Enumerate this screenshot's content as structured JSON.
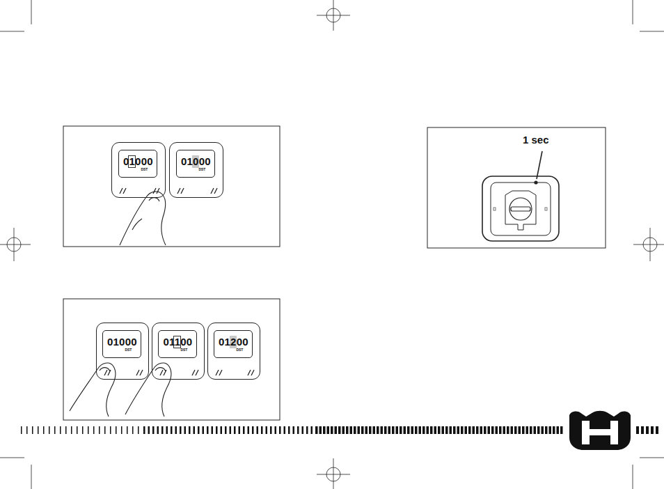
{
  "diagram": {
    "nodes": [
      {
        "text": [
          "01000",
          "DST"
        ]
      },
      {
        "text": [
          "01000",
          "DST"
        ]
      },
      {
        "text": [
          "01000",
          "DST"
        ]
      },
      {
        "text": [
          "01100",
          "DST"
        ]
      },
      {
        "text": [
          "01200",
          "DST"
        ]
      }
    ],
    "labels": [
      "1 sec"
    ]
  }
}
